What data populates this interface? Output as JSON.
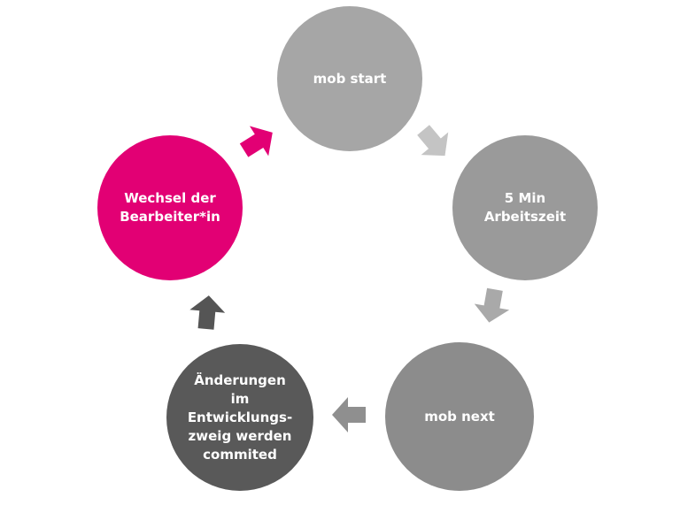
{
  "cycle": {
    "steps": [
      {
        "label": "mob start",
        "color": "#a6a6a6"
      },
      {
        "label": "5 Min\nArbeitszeit",
        "color": "#9a9a9a"
      },
      {
        "label": "mob next",
        "color": "#8c8c8c"
      },
      {
        "label": "Änderungen\nim\nEntwicklungs-\nzweig werden\ncommited",
        "color": "#595959"
      },
      {
        "label": "Wechsel der\nBearbeiter*in",
        "color": "#e20074"
      }
    ],
    "arrows": [
      {
        "from": "mob start",
        "to": "5 Min Arbeitszeit",
        "color": "#c4c4c4"
      },
      {
        "from": "5 Min Arbeitszeit",
        "to": "mob next",
        "color": "#a9a9a9"
      },
      {
        "from": "mob next",
        "to": "Änderungen im Entwicklungszweig werden commited",
        "color": "#8f8f8f"
      },
      {
        "from": "Änderungen im Entwicklungszweig werden commited",
        "to": "Wechsel der Bearbeiter*in",
        "color": "#555555"
      },
      {
        "from": "Wechsel der Bearbeiter*in",
        "to": "mob start",
        "color": "#e20074"
      }
    ]
  }
}
